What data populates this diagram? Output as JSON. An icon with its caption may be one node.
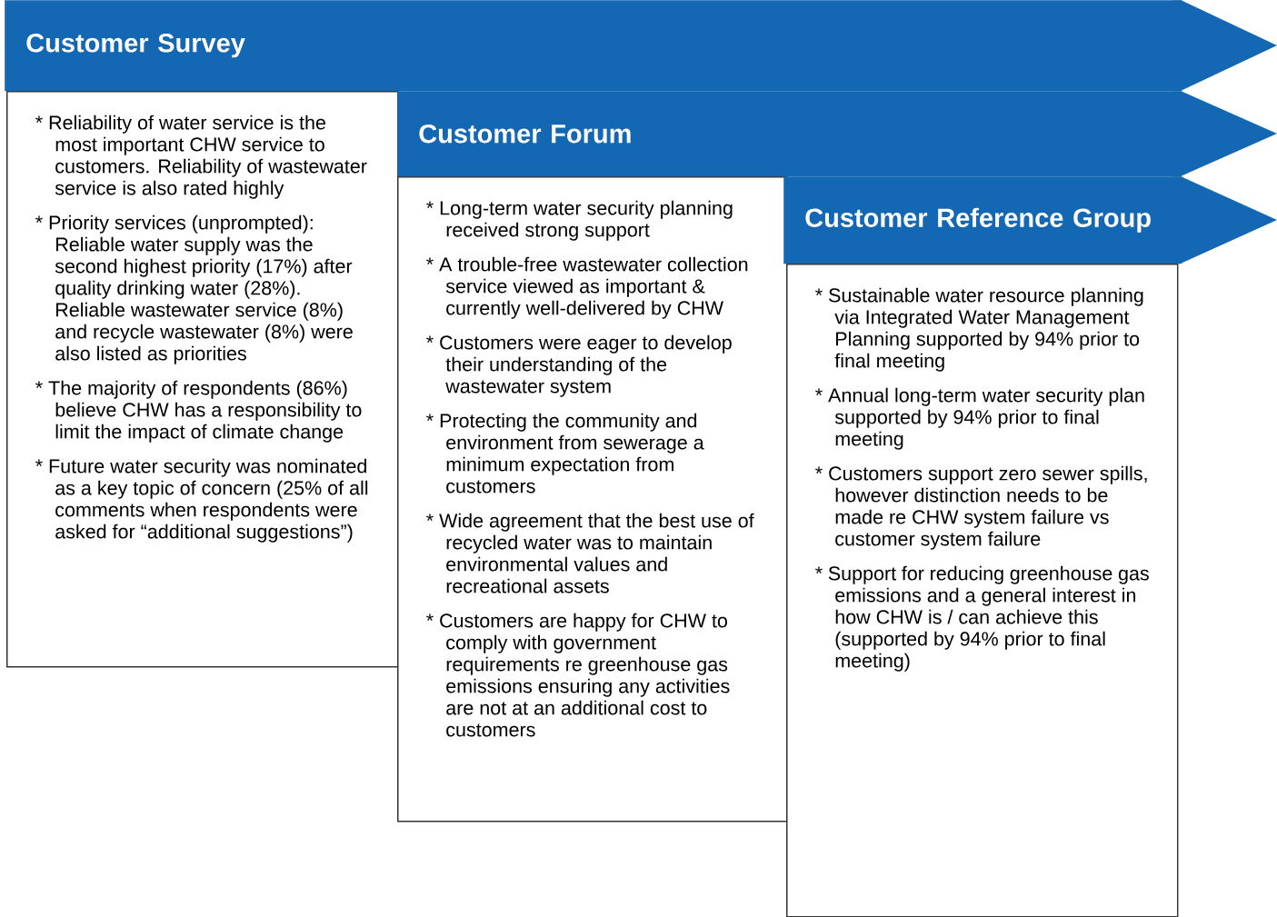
{
  "diagram": {
    "nodes": [
      {
        "text": [
          "Customer Survey"
        ]
      },
      {
        "text": [
          "* Reliability of water service is the most important CHW service to customers. Reliability of wastewater service is also rated highly",
          "* Priority services (unprompted): Reliable water supply was the second highest priority (17%) after quality drinking water (28%). Reliable wastewater service (8%) and recycle wastewater (8%) were also listed as priorities",
          "* The majority of respondents (86%) believe CHW has a responsibility to limit the impact of climate change",
          "* Future water security was nominated as a key topic of concern (25% of all comments when respondents were asked for “additional suggestions”)"
        ]
      },
      {
        "text": [
          "Customer Forum"
        ]
      },
      {
        "text": [
          "* Long-term water security planning received strong support",
          "* A trouble-free wastewater collection service viewed as important & currently well-delivered by CHW",
          "* Customers were eager to develop their understanding of the wastewater system",
          "* Protecting the community and environment from sewerage a minimum expectation from customers",
          "* Wide agreement that the best use of recycled water was to maintain environmental values and recreational assets",
          "* Customers are happy for CHW to comply with government requirements re greenhouse gas emissions ensuring any activities are not at an additional cost to customers"
        ]
      },
      {
        "text": [
          "Customer Reference Group"
        ]
      },
      {
        "text": [
          "* Sustainable water resource planning via Integrated Water Management Planning supported by 94% prior to final meeting",
          "* Annual long-term water security plan supported by 94% prior to final meeting",
          "* Customers support zero sewer spills, however distinction needs to be made re CHW system failure vs customer system failure",
          "* Support for reducing greenhouse gas emissions and a general interest in how CHW is / can achieve this (supported by 94% prior to final meeting)"
        ]
      }
    ]
  }
}
